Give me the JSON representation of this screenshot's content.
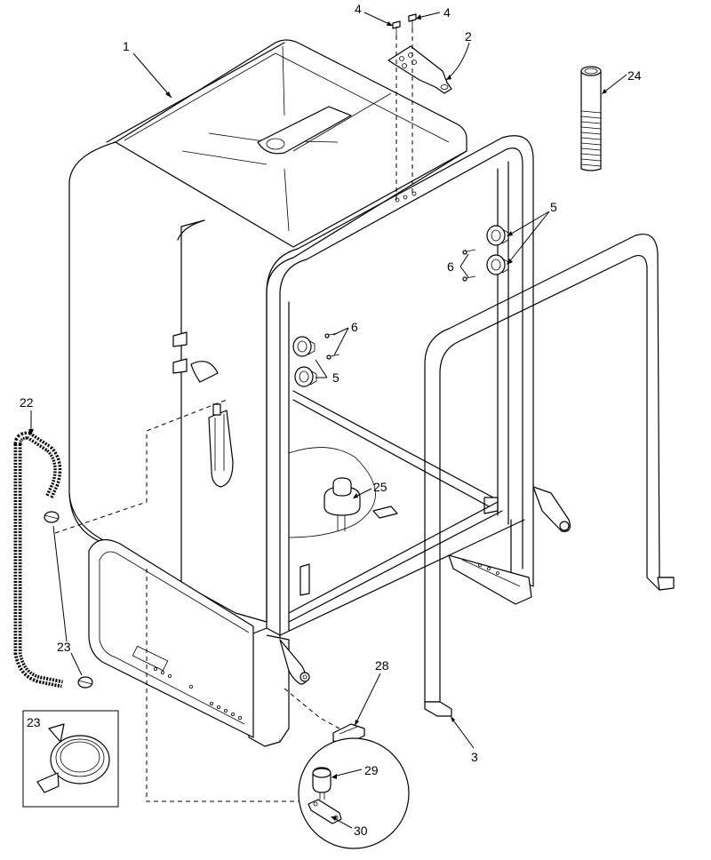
{
  "callouts": {
    "c1": "1",
    "c2": "2",
    "c3": "3",
    "c4a": "4",
    "c4b": "4",
    "c5a": "5",
    "c5b": "5",
    "c6a": "6",
    "c6b": "6",
    "c22": "22",
    "c23a": "23",
    "c23b": "23",
    "c24": "24",
    "c25": "25",
    "c28": "28",
    "c29": "29",
    "c30": "30"
  }
}
